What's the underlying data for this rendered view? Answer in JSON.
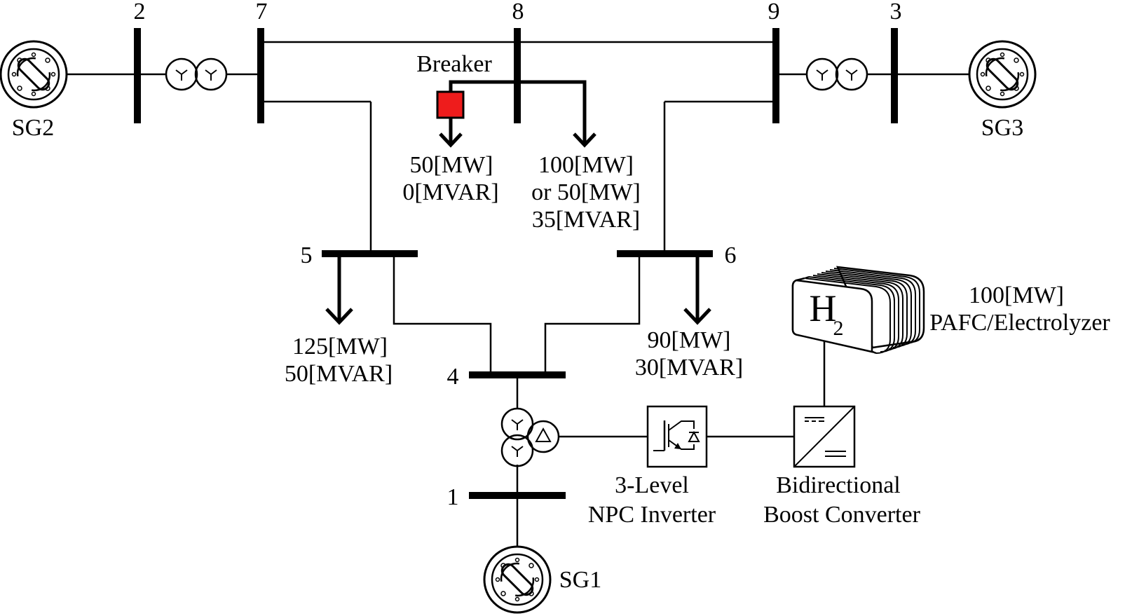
{
  "buses": {
    "b1": "1",
    "b2": "2",
    "b3": "3",
    "b4": "4",
    "b5": "5",
    "b6": "6",
    "b7": "7",
    "b8": "8",
    "b9": "9"
  },
  "generators": {
    "sg1": "SG1",
    "sg2": "SG2",
    "sg3": "SG3"
  },
  "breaker": {
    "label": "Breaker",
    "color": "#ee1c1c"
  },
  "loads": {
    "bus8_left": {
      "line1": "50[MW]",
      "line2": "0[MVAR]"
    },
    "bus8_right": {
      "line1": "100[MW]",
      "line2": "or 50[MW]",
      "line3": "35[MVAR]"
    },
    "bus5": {
      "line1": "125[MW]",
      "line2": "50[MVAR]"
    },
    "bus6": {
      "line1": "90[MW]",
      "line2": "30[MVAR]"
    }
  },
  "inverter": {
    "line1": "3-Level",
    "line2": "NPC Inverter"
  },
  "converter": {
    "line1": "Bidirectional",
    "line2": "Boost Converter"
  },
  "h2": {
    "symbol": "H",
    "subscript": "2",
    "rating": "100[MW]",
    "type": "PAFC/Electrolyzer"
  }
}
